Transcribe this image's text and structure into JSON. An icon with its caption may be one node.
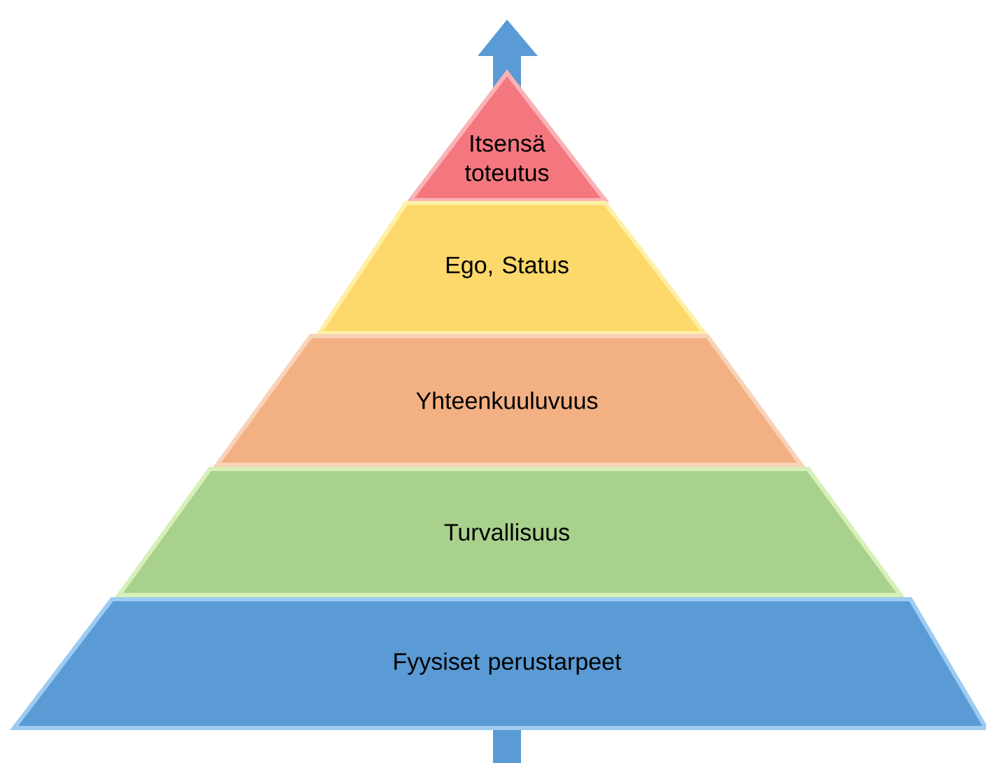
{
  "diagram": {
    "nodes": [
      {
        "text": [
          "Itsensä toteutus"
        ]
      },
      {
        "text": [
          "Ego, Status"
        ]
      },
      {
        "text": [
          "Yhteenkuuluvuus"
        ]
      },
      {
        "text": [
          "Turvallisuus"
        ]
      },
      {
        "text": [
          "Fyysiset perustarpeet"
        ]
      }
    ]
  }
}
